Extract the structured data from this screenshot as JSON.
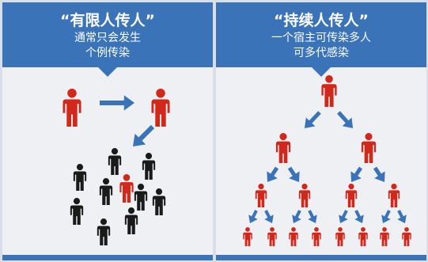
{
  "left_panel": {
    "title": "“有限人传人”",
    "subtitle_line1": "通常只会发生",
    "subtitle_line2": "个例传染"
  },
  "right_panel": {
    "title": "“持续人传人”",
    "subtitle_line1": "一个宿主可传染多人",
    "subtitle_line2": "可多代感染"
  },
  "colors": {
    "banner": "#3a73b8",
    "arrow": "#3a73b8",
    "infected": "#d0291c",
    "healthy": "#1a1a1a",
    "background": "#eef0f3"
  },
  "icons": {
    "person": "person-icon",
    "arrow": "arrow-icon"
  }
}
